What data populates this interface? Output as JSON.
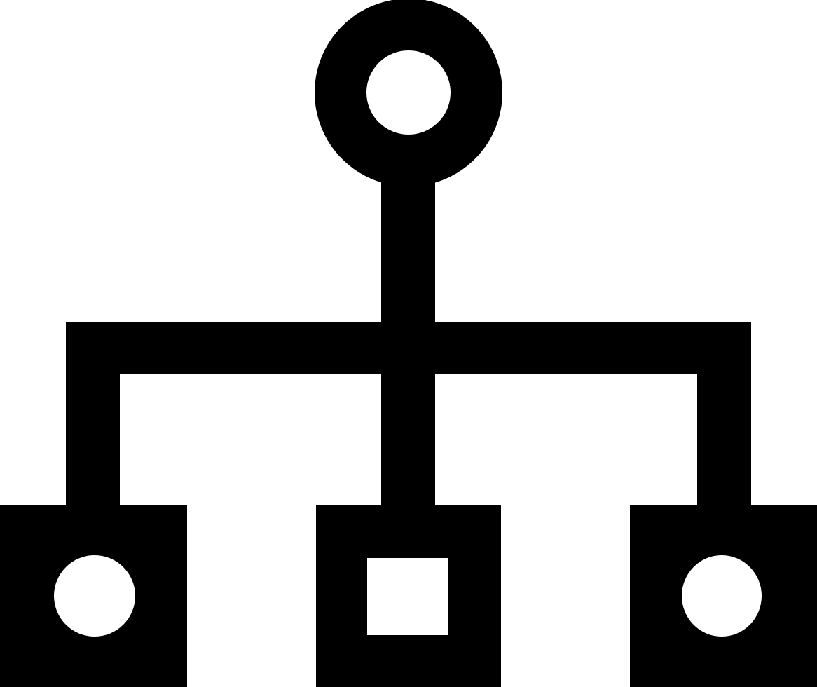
{
  "icon": {
    "name": "hierarchy-icon",
    "description_shapes": [
      "root-circle-node",
      "connector-lines",
      "left-circle-node",
      "center-square-node",
      "right-circle-node"
    ]
  },
  "colors": {
    "foreground": "#000000",
    "background": "#ffffff"
  }
}
